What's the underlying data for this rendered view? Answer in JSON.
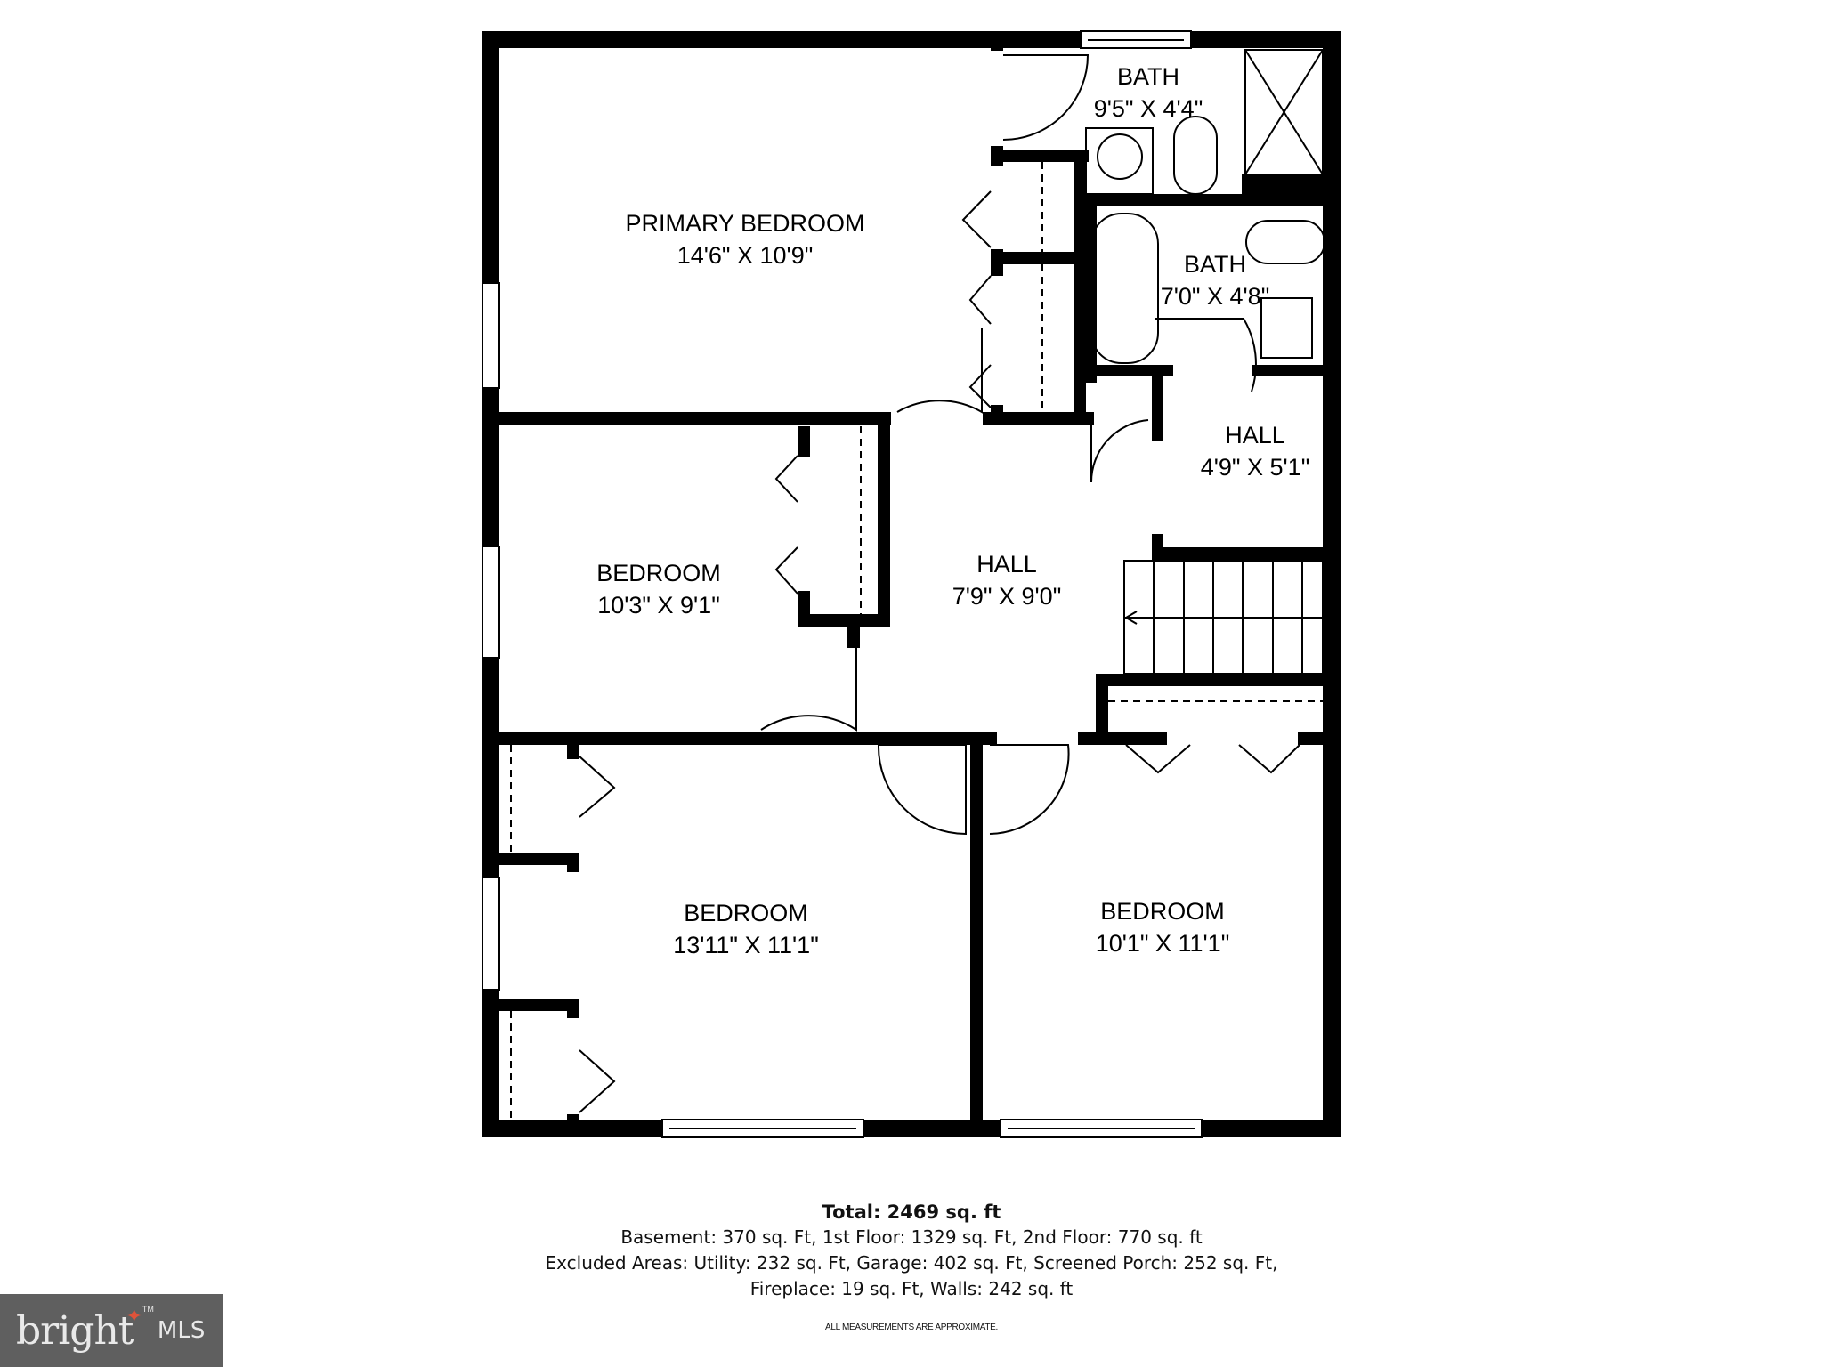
{
  "floor_plan": {
    "rooms": [
      {
        "id": "primary-bedroom",
        "name": "PRIMARY BEDROOM",
        "dims": "14'6\" X 10'9\""
      },
      {
        "id": "bath-1",
        "name": "BATH",
        "dims": "9'5\" X 4'4\""
      },
      {
        "id": "bath-2",
        "name": "BATH",
        "dims": "7'0\" X 4'8\""
      },
      {
        "id": "hall-small",
        "name": "HALL",
        "dims": "4'9\" X 5'1\""
      },
      {
        "id": "bedroom-2",
        "name": "BEDROOM",
        "dims": "10'3\" X 9'1\""
      },
      {
        "id": "hall-main",
        "name": "HALL",
        "dims": "7'9\" X 9'0\""
      },
      {
        "id": "bedroom-3",
        "name": "BEDROOM",
        "dims": "13'11\" X 11'1\""
      },
      {
        "id": "bedroom-4",
        "name": "BEDROOM",
        "dims": "10'1\" X 11'1\""
      }
    ],
    "wall_color": "#000000",
    "background": "#ffffff"
  },
  "summary": {
    "total": "Total: 2469 sq. ft",
    "line1": "Basement: 370 sq. Ft, 1st Floor: 1329 sq. Ft, 2nd Floor: 770 sq. ft",
    "line2": "Excluded Areas: Utility: 232 sq. Ft, Garage: 402 sq. Ft, Screened Porch: 252 sq. Ft,",
    "line3": "Fireplace: 19 sq. Ft, Walls: 242 sq. ft",
    "disclaimer": "ALL MEASUREMENTS ARE APPROXIMATE."
  },
  "logo": {
    "brand": "bright",
    "tm": "TM",
    "suffix": "MLS",
    "background": "#5f5f5f",
    "accent": "#e0533a"
  }
}
